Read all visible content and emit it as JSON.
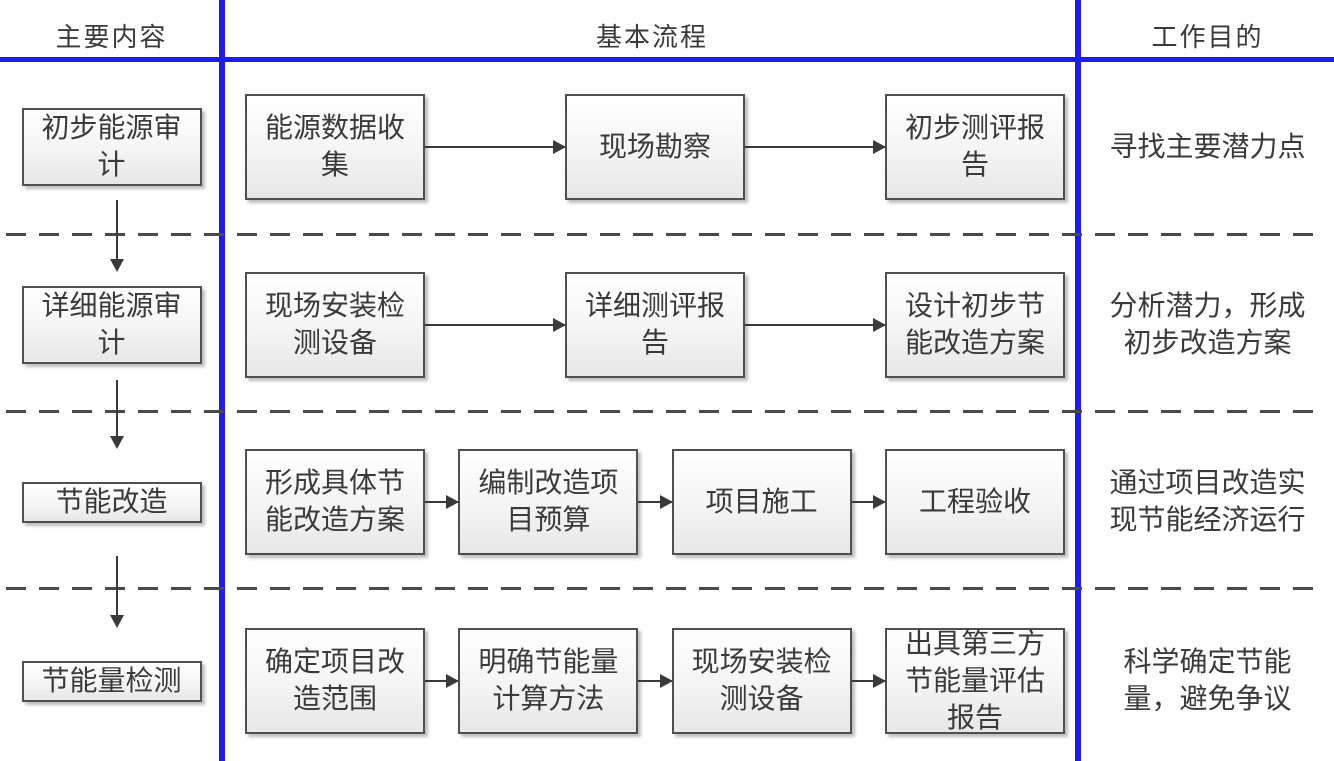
{
  "colors": {
    "divider_blue": "#1d1df0",
    "box_border": "#4f4f4f",
    "text": "#3a3a3a",
    "dash_gray": "#4a4a4a"
  },
  "headers": {
    "col1": "主要内容",
    "col2": "基本流程",
    "col3": "工作目的"
  },
  "rows": [
    {
      "stage": "初步能源审计",
      "steps": [
        "能源数据收集",
        "现场勘察",
        "初步测评报告"
      ],
      "purpose": "寻找主要潜力点"
    },
    {
      "stage": "详细能源审计",
      "steps": [
        "现场安装检测设备",
        "详细测评报告",
        "设计初步节能改造方案"
      ],
      "purpose": "分析潜力，形成初步改造方案"
    },
    {
      "stage": "节能改造",
      "steps": [
        "形成具体节能改造方案",
        "编制改造项目预算",
        "项目施工",
        "工程验收"
      ],
      "purpose": "通过项目改造实现节能经济运行"
    },
    {
      "stage": "节能量检测",
      "steps": [
        "确定项目改造范围",
        "明确节能量计算方法",
        "现场安装检测设备",
        "出具第三方节能量评估报告"
      ],
      "purpose": "科学确定节能量，避免争议"
    }
  ]
}
